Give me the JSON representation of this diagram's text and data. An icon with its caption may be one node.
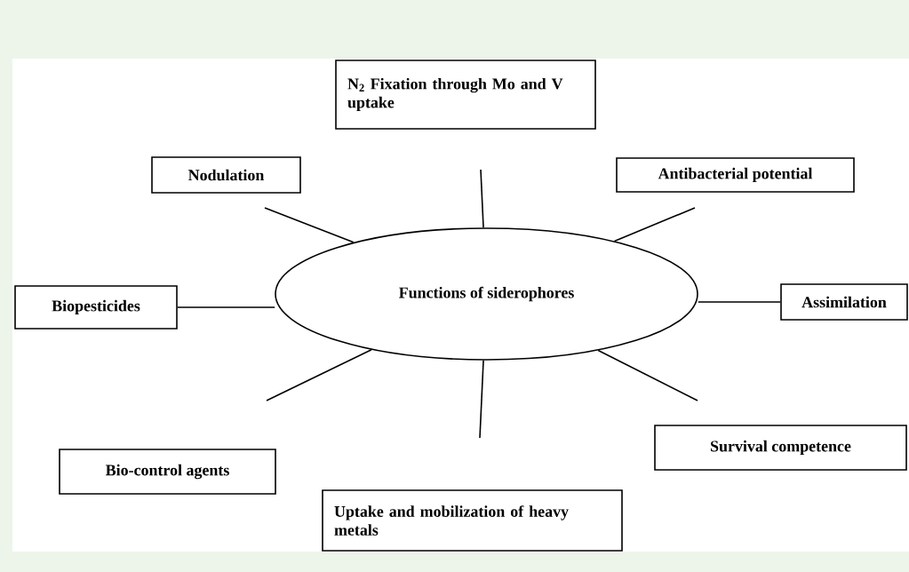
{
  "diagram": {
    "nodes": [
      {
        "text": [
          "Functions of siderophores"
        ]
      },
      {
        "text": [
          "N$_{2}$ Fixation through Mo and V uptake"
        ]
      },
      {
        "text": [
          "Nodulation"
        ]
      },
      {
        "text": [
          "Antibacterial potential"
        ]
      },
      {
        "text": [
          "Biopesticides"
        ]
      },
      {
        "text": [
          "Assimilation"
        ]
      },
      {
        "text": [
          "Bio-control agents"
        ]
      },
      {
        "text": [
          "Uptake and mobilization of heavy metals"
        ]
      },
      {
        "text": [
          "Survival competence"
        ]
      }
    ],
    "edges": [
      {
        "from": 0,
        "to": null,
        "arrow": "none"
      },
      {
        "from": 0,
        "to": null,
        "arrow": "none"
      },
      {
        "from": 0,
        "to": null,
        "arrow": "none"
      },
      {
        "from": 0,
        "to": 4,
        "arrow": "none"
      },
      {
        "from": 0,
        "to": 5,
        "arrow": "none"
      },
      {
        "from": 0,
        "to": null,
        "arrow": "none"
      },
      {
        "from": 0,
        "to": null,
        "arrow": "none"
      },
      {
        "from": 0,
        "to": null,
        "arrow": "none"
      }
    ]
  }
}
